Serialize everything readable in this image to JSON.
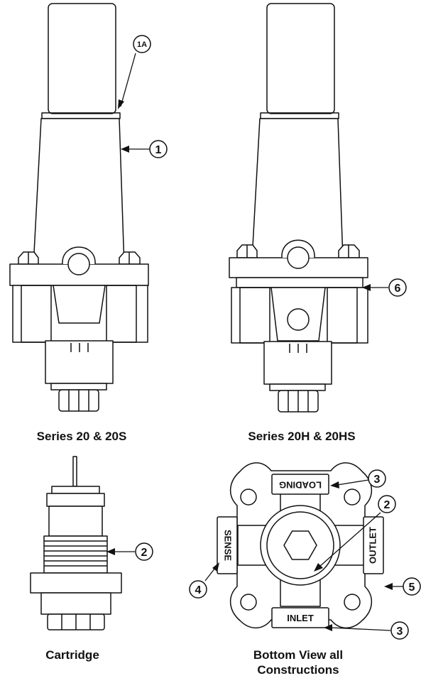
{
  "captions": {
    "series_20": "Series 20 & 20S",
    "series_20h": "Series 20H & 20HS",
    "cartridge": "Cartridge",
    "bottom_view_line1": "Bottom View all",
    "bottom_view_line2": "Constructions"
  },
  "callouts": {
    "c1a": "1A",
    "c1": "1",
    "c6": "6",
    "c2_cartridge": "2",
    "c3_top": "3",
    "c2_bottom": "2",
    "c5": "5",
    "c4": "4",
    "c3_bottom": "3"
  },
  "port_labels": {
    "loading": "LOADING",
    "sense": "SENSE",
    "outlet": "OUTLET",
    "inlet": "INLET"
  },
  "colors": {
    "ink": "#111111",
    "paper": "#ffffff"
  }
}
